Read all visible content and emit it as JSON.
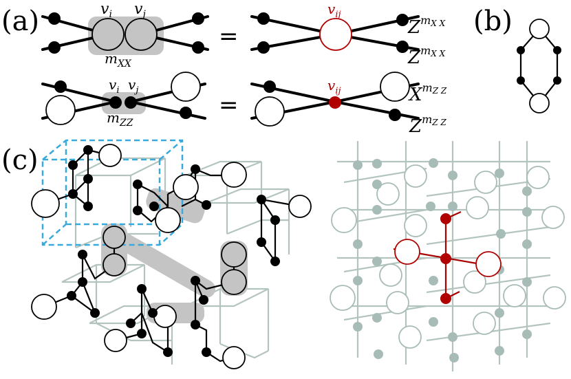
{
  "panels": {
    "a": "(a)",
    "b": "(b)",
    "c": "(c)"
  },
  "equation": {
    "equals": "=",
    "top": {
      "left_vertex": "v",
      "left_sub": "i",
      "right_vertex": "v",
      "right_sub": "j",
      "measure": "m",
      "measure_sub": "XX",
      "merged": "v",
      "merged_sub": "ij",
      "op_upper": "Z",
      "op_upper_exp": "m",
      "op_upper_exp_sub": "X X",
      "op_lower": "Z",
      "op_lower_exp": "m",
      "op_lower_exp_sub": "X X"
    },
    "bottom": {
      "left_vertex": "v",
      "left_sub": "i",
      "right_vertex": "v",
      "right_sub": "j",
      "measure": "m",
      "measure_sub": "ZZ",
      "merged": "v",
      "merged_sub": "ij",
      "op_upper": "X",
      "op_upper_exp": "m",
      "op_upper_exp_sub": "Z Z",
      "op_lower": "Z",
      "op_lower_exp": "m",
      "op_lower_exp_sub": "Z Z"
    }
  },
  "colors": {
    "highlight": "#c4c4c4",
    "red": "#b00000",
    "lattice_grey": "#a8bcb7",
    "cube_blue": "#38a9dc"
  }
}
